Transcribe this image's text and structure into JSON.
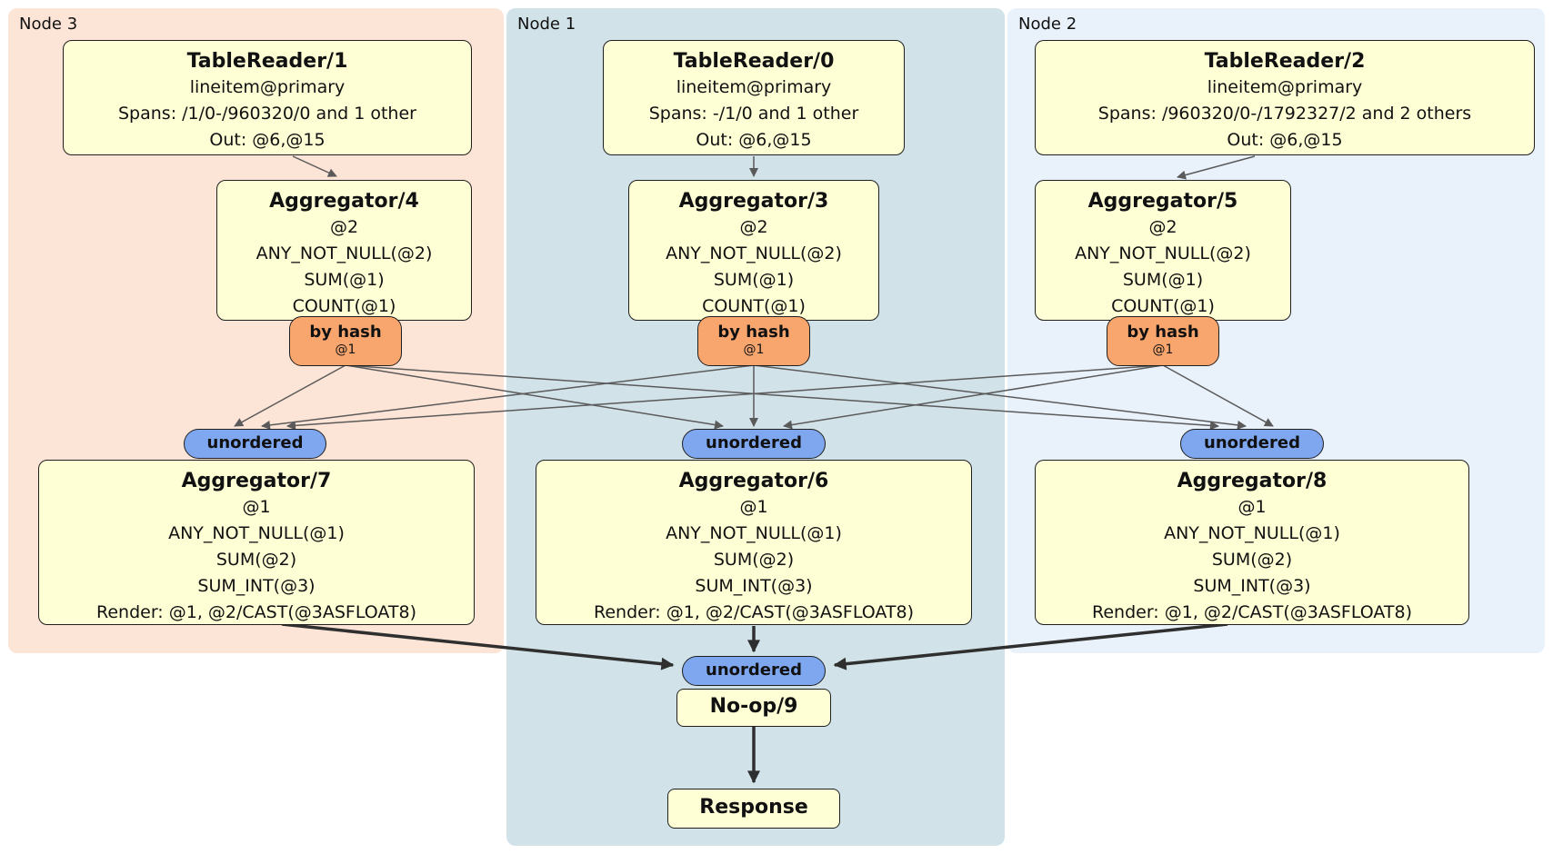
{
  "colors": {
    "node3_bg": "#fce4d6",
    "node1_bg": "#d2e2e9",
    "node2_bg": "#e9f1fb",
    "processor_box_bg": "#ffffd6",
    "hash_router_bg": "#f8a66e",
    "stream_pill_bg": "#7ea7f0"
  },
  "nodes": [
    {
      "label": "Node 3",
      "table_reader": {
        "title": "TableReader/1",
        "table": "lineitem@primary",
        "spans": "Spans: /1/0-/960320/0 and 1 other",
        "out": "Out: @6,@15"
      },
      "aggregator_top": {
        "title": "Aggregator/4",
        "lines": [
          "@2",
          "ANY_NOT_NULL(@2)",
          "SUM(@1)",
          "COUNT(@1)"
        ]
      },
      "hash_router": {
        "label": "by hash",
        "key": "@1"
      },
      "stream": "unordered",
      "aggregator_bottom": {
        "title": "Aggregator/7",
        "lines": [
          "@1",
          "ANY_NOT_NULL(@1)",
          "SUM(@2)",
          "SUM_INT(@3)",
          "Render: @1, @2/CAST(@3ASFLOAT8)"
        ]
      }
    },
    {
      "label": "Node 1",
      "table_reader": {
        "title": "TableReader/0",
        "table": "lineitem@primary",
        "spans": "Spans: -/1/0 and 1 other",
        "out": "Out: @6,@15"
      },
      "aggregator_top": {
        "title": "Aggregator/3",
        "lines": [
          "@2",
          "ANY_NOT_NULL(@2)",
          "SUM(@1)",
          "COUNT(@1)"
        ]
      },
      "hash_router": {
        "label": "by hash",
        "key": "@1"
      },
      "stream": "unordered",
      "aggregator_bottom": {
        "title": "Aggregator/6",
        "lines": [
          "@1",
          "ANY_NOT_NULL(@1)",
          "SUM(@2)",
          "SUM_INT(@3)",
          "Render: @1, @2/CAST(@3ASFLOAT8)"
        ]
      },
      "final_stream": "unordered",
      "noop": "No-op/9",
      "response": "Response"
    },
    {
      "label": "Node 2",
      "table_reader": {
        "title": "TableReader/2",
        "table": "lineitem@primary",
        "spans": "Spans: /960320/0-/1792327/2 and 2 others",
        "out": "Out: @6,@15"
      },
      "aggregator_top": {
        "title": "Aggregator/5",
        "lines": [
          "@2",
          "ANY_NOT_NULL(@2)",
          "SUM(@1)",
          "COUNT(@1)"
        ]
      },
      "hash_router": {
        "label": "by hash",
        "key": "@1"
      },
      "stream": "unordered",
      "aggregator_bottom": {
        "title": "Aggregator/8",
        "lines": [
          "@1",
          "ANY_NOT_NULL(@1)",
          "SUM(@2)",
          "SUM_INT(@3)",
          "Render: @1, @2/CAST(@3ASFLOAT8)"
        ]
      }
    }
  ]
}
